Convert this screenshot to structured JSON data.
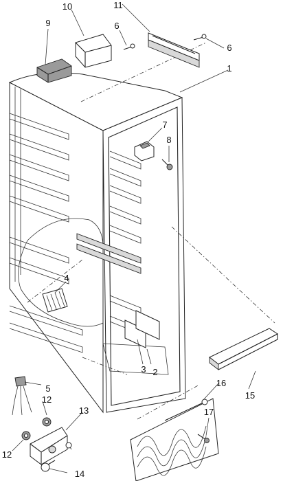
{
  "callouts": [
    {
      "id": "c1",
      "label": "1"
    },
    {
      "id": "c2",
      "label": "2"
    },
    {
      "id": "c3",
      "label": "3"
    },
    {
      "id": "c4",
      "label": "4"
    },
    {
      "id": "c5",
      "label": "5"
    },
    {
      "id": "c6a",
      "label": "6"
    },
    {
      "id": "c6b",
      "label": "6"
    },
    {
      "id": "c7",
      "label": "7"
    },
    {
      "id": "c8",
      "label": "8"
    },
    {
      "id": "c9",
      "label": "9"
    },
    {
      "id": "c10",
      "label": "10"
    },
    {
      "id": "c11",
      "label": "11"
    },
    {
      "id": "c12a",
      "label": "12"
    },
    {
      "id": "c12b",
      "label": "12"
    },
    {
      "id": "c13",
      "label": "13"
    },
    {
      "id": "c14",
      "label": "14"
    },
    {
      "id": "c15",
      "label": "15"
    },
    {
      "id": "c16",
      "label": "16"
    },
    {
      "id": "c17",
      "label": "17"
    }
  ]
}
